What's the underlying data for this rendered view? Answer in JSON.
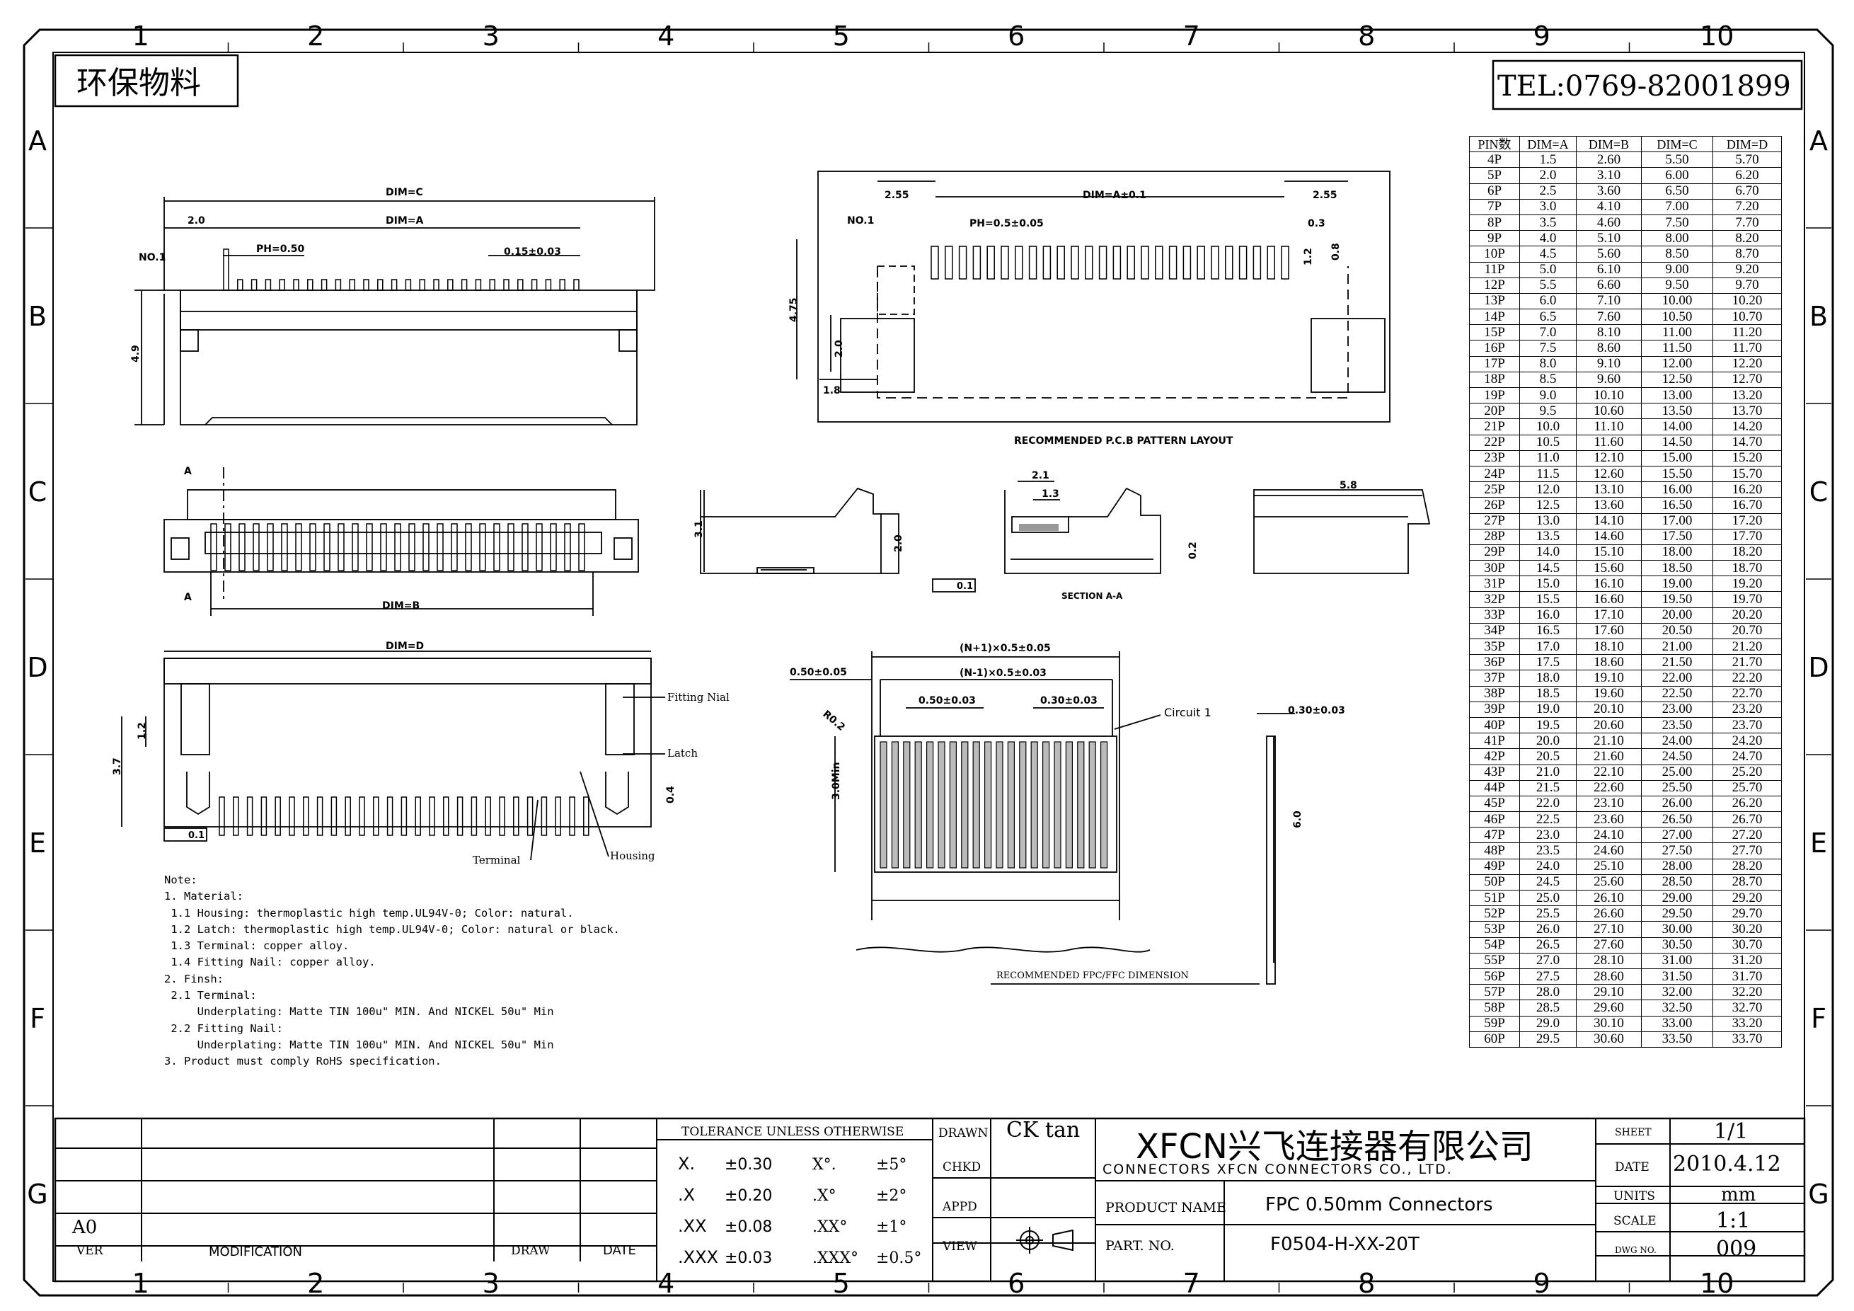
{
  "zones": {
    "columns": [
      "1",
      "2",
      "3",
      "4",
      "5",
      "6",
      "7",
      "8",
      "9",
      "10"
    ],
    "rows": [
      "A",
      "B",
      "C",
      "D",
      "E",
      "F",
      "G"
    ]
  },
  "header": {
    "eco_label": "环保物料",
    "tel": "TEL:0769-82001899"
  },
  "views": {
    "top": {
      "dim_c": "DIM=C",
      "dim_a": "DIM=A",
      "d2_0": "2.0",
      "no1": "NO.1",
      "pitch": "PH=0.50",
      "pin_width": "0.15±0.03",
      "height": "4.9"
    },
    "pcb": {
      "d2_55_left": "2.55",
      "dim_a": "DIM=A±0.1",
      "d2_55_right": "2.55",
      "no1": "NO.1",
      "pitch": "PH=0.5±0.05",
      "d0_3": "0.3",
      "d4_75": "4.75",
      "d2_0": "2.0",
      "d1_8": "1.8",
      "d1_2": "1.2",
      "d0_8": "0.8",
      "title": "RECOMMENDED P.C.B PATTERN LAYOUT"
    },
    "front": {
      "section_mark": "A",
      "dim_b": "DIM=B"
    },
    "side": {
      "d3_1": "3.1",
      "d2_0": "2.0",
      "tol": "0.1"
    },
    "section": {
      "d2_1": "2.1",
      "d1_3": "1.3",
      "d0_2": "0.2",
      "title": "SECTION A-A"
    },
    "right": {
      "d5_8": "5.8"
    },
    "bottom": {
      "dim_d": "DIM=D",
      "d1_2": "1.2",
      "d3_7": "3.7",
      "d0_4": "0.4",
      "tol": "0.1",
      "fitting_nail": "Fitting Nial",
      "latch": "Latch",
      "terminal": "Terminal",
      "housing": "Housing"
    },
    "fpc": {
      "n_plus": "(N+1)×0.5±0.05",
      "n_minus": "(N-1)×0.5±0.03",
      "d0_50_005": "0.50±0.05",
      "d0_50_003": "0.50±0.03",
      "d0_30_003": "0.30±0.03",
      "r0_2": "R0.2",
      "circuit": "Circuit 1",
      "d3_0": "3.0Min",
      "d0_30_side": "0.30±0.03",
      "d6_0": "6.0",
      "title": "RECOMMENDED FPC/FFC DIMENSION"
    }
  },
  "notes": [
    "Note:",
    "1. Material:",
    " 1.1 Housing: thermoplastic high temp.UL94V-0; Color: natural.",
    " 1.2 Latch: thermoplastic high temp.UL94V-0; Color: natural or black.",
    " 1.3 Terminal: copper alloy.",
    " 1.4 Fitting Nail: copper alloy.",
    "2. Finsh:",
    " 2.1 Terminal:",
    "     Underplating: Matte TIN 100u\" MIN. And NICKEL 50u\" Min",
    " 2.2 Fitting Nail:",
    "     Underplating: Matte TIN 100u\" MIN. And NICKEL 50u\" Min",
    "3. Product must comply RoHS specification."
  ],
  "pin_table": {
    "headers": [
      "PIN数",
      "DIM=A",
      "DIM=B",
      "DIM=C",
      "DIM=D"
    ],
    "rows": [
      [
        "4P",
        "1.5",
        "2.60",
        "5.50",
        "5.70"
      ],
      [
        "5P",
        "2.0",
        "3.10",
        "6.00",
        "6.20"
      ],
      [
        "6P",
        "2.5",
        "3.60",
        "6.50",
        "6.70"
      ],
      [
        "7P",
        "3.0",
        "4.10",
        "7.00",
        "7.20"
      ],
      [
        "8P",
        "3.5",
        "4.60",
        "7.50",
        "7.70"
      ],
      [
        "9P",
        "4.0",
        "5.10",
        "8.00",
        "8.20"
      ],
      [
        "10P",
        "4.5",
        "5.60",
        "8.50",
        "8.70"
      ],
      [
        "11P",
        "5.0",
        "6.10",
        "9.00",
        "9.20"
      ],
      [
        "12P",
        "5.5",
        "6.60",
        "9.50",
        "9.70"
      ],
      [
        "13P",
        "6.0",
        "7.10",
        "10.00",
        "10.20"
      ],
      [
        "14P",
        "6.5",
        "7.60",
        "10.50",
        "10.70"
      ],
      [
        "15P",
        "7.0",
        "8.10",
        "11.00",
        "11.20"
      ],
      [
        "16P",
        "7.5",
        "8.60",
        "11.50",
        "11.70"
      ],
      [
        "17P",
        "8.0",
        "9.10",
        "12.00",
        "12.20"
      ],
      [
        "18P",
        "8.5",
        "9.60",
        "12.50",
        "12.70"
      ],
      [
        "19P",
        "9.0",
        "10.10",
        "13.00",
        "13.20"
      ],
      [
        "20P",
        "9.5",
        "10.60",
        "13.50",
        "13.70"
      ],
      [
        "21P",
        "10.0",
        "11.10",
        "14.00",
        "14.20"
      ],
      [
        "22P",
        "10.5",
        "11.60",
        "14.50",
        "14.70"
      ],
      [
        "23P",
        "11.0",
        "12.10",
        "15.00",
        "15.20"
      ],
      [
        "24P",
        "11.5",
        "12.60",
        "15.50",
        "15.70"
      ],
      [
        "25P",
        "12.0",
        "13.10",
        "16.00",
        "16.20"
      ],
      [
        "26P",
        "12.5",
        "13.60",
        "16.50",
        "16.70"
      ],
      [
        "27P",
        "13.0",
        "14.10",
        "17.00",
        "17.20"
      ],
      [
        "28P",
        "13.5",
        "14.60",
        "17.50",
        "17.70"
      ],
      [
        "29P",
        "14.0",
        "15.10",
        "18.00",
        "18.20"
      ],
      [
        "30P",
        "14.5",
        "15.60",
        "18.50",
        "18.70"
      ],
      [
        "31P",
        "15.0",
        "16.10",
        "19.00",
        "19.20"
      ],
      [
        "32P",
        "15.5",
        "16.60",
        "19.50",
        "19.70"
      ],
      [
        "33P",
        "16.0",
        "17.10",
        "20.00",
        "20.20"
      ],
      [
        "34P",
        "16.5",
        "17.60",
        "20.50",
        "20.70"
      ],
      [
        "35P",
        "17.0",
        "18.10",
        "21.00",
        "21.20"
      ],
      [
        "36P",
        "17.5",
        "18.60",
        "21.50",
        "21.70"
      ],
      [
        "37P",
        "18.0",
        "19.10",
        "22.00",
        "22.20"
      ],
      [
        "38P",
        "18.5",
        "19.60",
        "22.50",
        "22.70"
      ],
      [
        "39P",
        "19.0",
        "20.10",
        "23.00",
        "23.20"
      ],
      [
        "40P",
        "19.5",
        "20.60",
        "23.50",
        "23.70"
      ],
      [
        "41P",
        "20.0",
        "21.10",
        "24.00",
        "24.20"
      ],
      [
        "42P",
        "20.5",
        "21.60",
        "24.50",
        "24.70"
      ],
      [
        "43P",
        "21.0",
        "22.10",
        "25.00",
        "25.20"
      ],
      [
        "44P",
        "21.5",
        "22.60",
        "25.50",
        "25.70"
      ],
      [
        "45P",
        "22.0",
        "23.10",
        "26.00",
        "26.20"
      ],
      [
        "46P",
        "22.5",
        "23.60",
        "26.50",
        "26.70"
      ],
      [
        "47P",
        "23.0",
        "24.10",
        "27.00",
        "27.20"
      ],
      [
        "48P",
        "23.5",
        "24.60",
        "27.50",
        "27.70"
      ],
      [
        "49P",
        "24.0",
        "25.10",
        "28.00",
        "28.20"
      ],
      [
        "50P",
        "24.5",
        "25.60",
        "28.50",
        "28.70"
      ],
      [
        "51P",
        "25.0",
        "26.10",
        "29.00",
        "29.20"
      ],
      [
        "52P",
        "25.5",
        "26.60",
        "29.50",
        "29.70"
      ],
      [
        "53P",
        "26.0",
        "27.10",
        "30.00",
        "30.20"
      ],
      [
        "54P",
        "26.5",
        "27.60",
        "30.50",
        "30.70"
      ],
      [
        "55P",
        "27.0",
        "28.10",
        "31.00",
        "31.20"
      ],
      [
        "56P",
        "27.5",
        "28.60",
        "31.50",
        "31.70"
      ],
      [
        "57P",
        "28.0",
        "29.10",
        "32.00",
        "32.20"
      ],
      [
        "58P",
        "28.5",
        "29.60",
        "32.50",
        "32.70"
      ],
      [
        "59P",
        "29.0",
        "30.10",
        "33.00",
        "33.20"
      ],
      [
        "60P",
        "29.5",
        "30.60",
        "33.50",
        "33.70"
      ]
    ]
  },
  "title_block": {
    "rev": "A0",
    "ver_label": "VER",
    "modification_label": "MODIFICATION",
    "draw_label": "DRAW",
    "date_label": "DATE",
    "tolerance_title": "TOLERANCE UNLESS OTHERWISE",
    "tolerances": [
      {
        "linear": "X.",
        "linear_tol": "±0.30",
        "angle": "X°.",
        "angle_tol": "±5°"
      },
      {
        "linear": ".X",
        "linear_tol": "±0.20",
        "angle": ".X°",
        "angle_tol": "±2°"
      },
      {
        "linear": ".XX",
        "linear_tol": "±0.08",
        "angle": ".XX°",
        "angle_tol": "±1°"
      },
      {
        "linear": ".XXX",
        "linear_tol": "±0.03",
        "angle": ".XXX°",
        "angle_tol": "±0.5°"
      }
    ],
    "drawn_label": "DRAWN",
    "drawn_by": "CK tan",
    "chkd_label": "CHKD",
    "appd_label": "APPD",
    "view_label": "VIEW",
    "company": "XFCN兴飞连接器有限公司",
    "company_en": "CONNECTORS XFCN CONNECTORS CO., LTD.",
    "product_label": "PRODUCT NAME",
    "product_name": "FPC 0.50mm Connectors",
    "part_label": "PART. NO.",
    "part_no": "F0504-H-XX-20T",
    "sheet_label": "SHEET",
    "sheet": "1/1",
    "date_label2": "DATE",
    "date": "2010.4.12",
    "units_label": "UNITS",
    "units": "mm",
    "scale_label": "SCALE",
    "scale": "1:1",
    "dwg_label": "DWG NO.",
    "dwg_no": "009"
  }
}
